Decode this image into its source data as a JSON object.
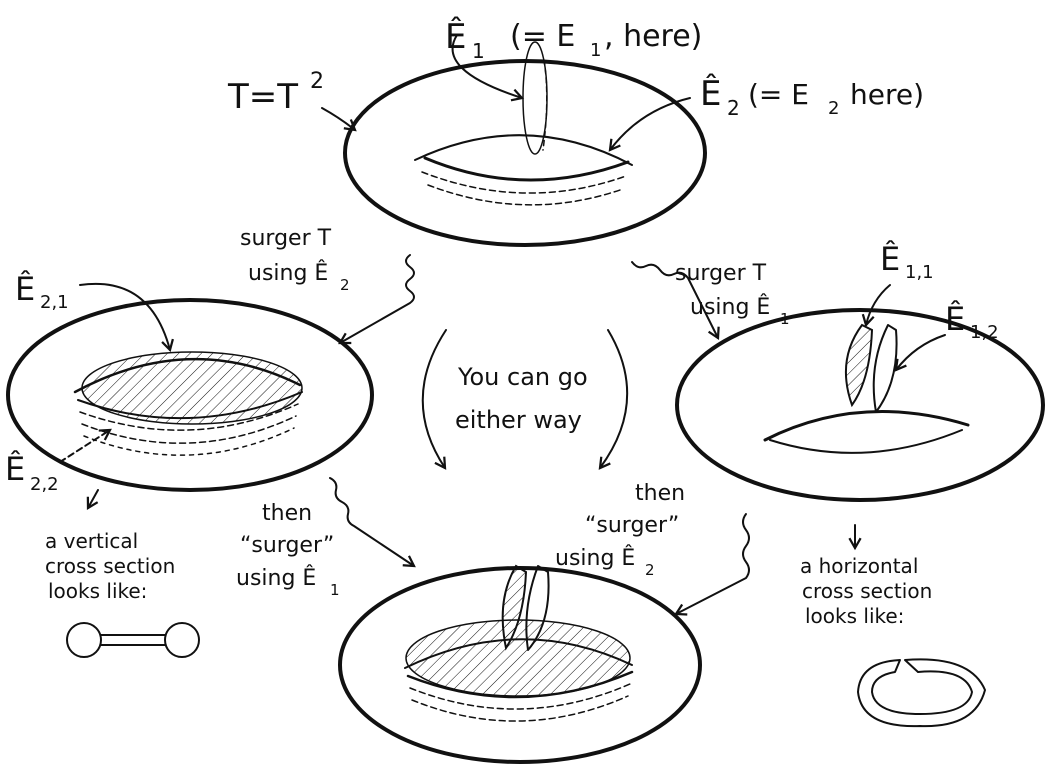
{
  "labels": {
    "t_eq": "T=T",
    "t_sup": "2",
    "e1_hat": "Ê",
    "e1_sub": "1",
    "e1_note_open": "(= E",
    "e1_note_sub": "1",
    "e1_note_close": ", here)",
    "e2_hat": "Ê",
    "e2_sub": "2",
    "e2_note_open": "(= E",
    "e2_note_sub": "2",
    "e2_note_close": "here)",
    "surger_left_1": "surger T",
    "surger_left_2": "using Ê",
    "surger_left_2_sub": "2",
    "surger_right_1": "surger T",
    "surger_right_2": "using Ê",
    "surger_right_2_sub": "1",
    "e21_hat": "Ê",
    "e21_sub": "2,1",
    "e22_hat": "Ê",
    "e22_sub": "2,2",
    "e11_hat": "Ê",
    "e11_sub": "1,1",
    "e12_hat": "Ê",
    "e12_sub": "1,2",
    "center_1": "You can go",
    "center_2": "either way",
    "then_left_1": "then",
    "then_left_2": "“surger”",
    "then_left_3": "using Ê",
    "then_left_3_sub": "1",
    "then_right_1": "then",
    "then_right_2": "“surger”",
    "then_right_3": "using Ê",
    "then_right_3_sub": "2",
    "vertical_1": "a vertical",
    "vertical_2": "cross section",
    "vertical_3": "looks like:",
    "horizontal_1": "a horizontal",
    "horizontal_2": "cross section",
    "horizontal_3": "looks like:"
  },
  "colors": {
    "ink": "#111111",
    "background": "#ffffff"
  }
}
